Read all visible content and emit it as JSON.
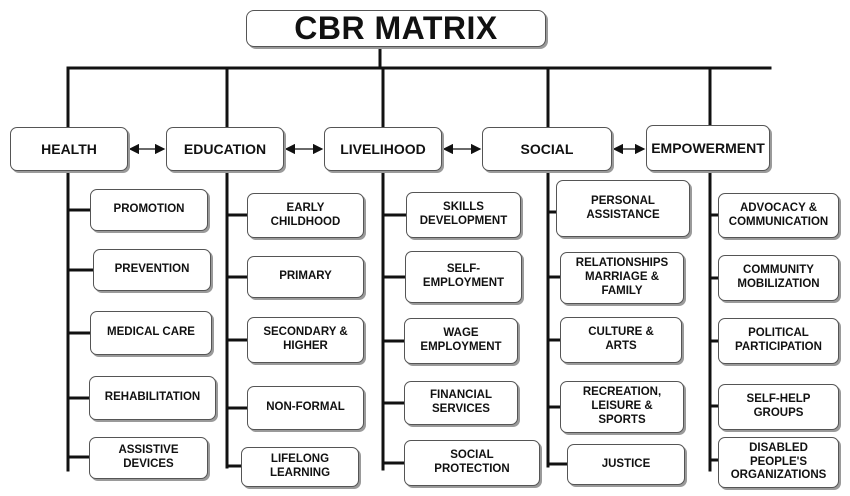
{
  "title": "CBR MATRIX",
  "pillars": [
    {
      "label": "HEALTH",
      "items": [
        "PROMOTION",
        "PREVENTION",
        "MEDICAL CARE",
        "REHABILITATION",
        "ASSISTIVE\nDEVICES"
      ]
    },
    {
      "label": "EDUCATION",
      "items": [
        "EARLY\nCHILDHOOD",
        "PRIMARY",
        "SECONDARY &\nHIGHER",
        "NON-FORMAL",
        "LIFELONG\nLEARNING"
      ]
    },
    {
      "label": "LIVELIHOOD",
      "items": [
        "SKILLS\nDEVELOPMENT",
        "SELF-\nEMPLOYMENT",
        "WAGE\nEMPLOYMENT",
        "FINANCIAL\nSERVICES",
        "SOCIAL\nPROTECTION"
      ]
    },
    {
      "label": "SOCIAL",
      "items": [
        "PERSONAL\nASSISTANCE",
        "RELATIONSHIPS\nMARRIAGE &\nFAMILY",
        "CULTURE &\nARTS",
        "RECREATION,\nLEISURE &\nSPORTS",
        "JUSTICE"
      ]
    },
    {
      "label": "EMPOWERMENT",
      "items": [
        "ADVOCACY &\nCOMMUNICATION",
        "COMMUNITY\nMOBILIZATION",
        "POLITICAL\nPARTICIPATION",
        "SELF-HELP\nGROUPS",
        "DISABLED\nPEOPLE'S\nORGANIZATIONS"
      ]
    }
  ]
}
